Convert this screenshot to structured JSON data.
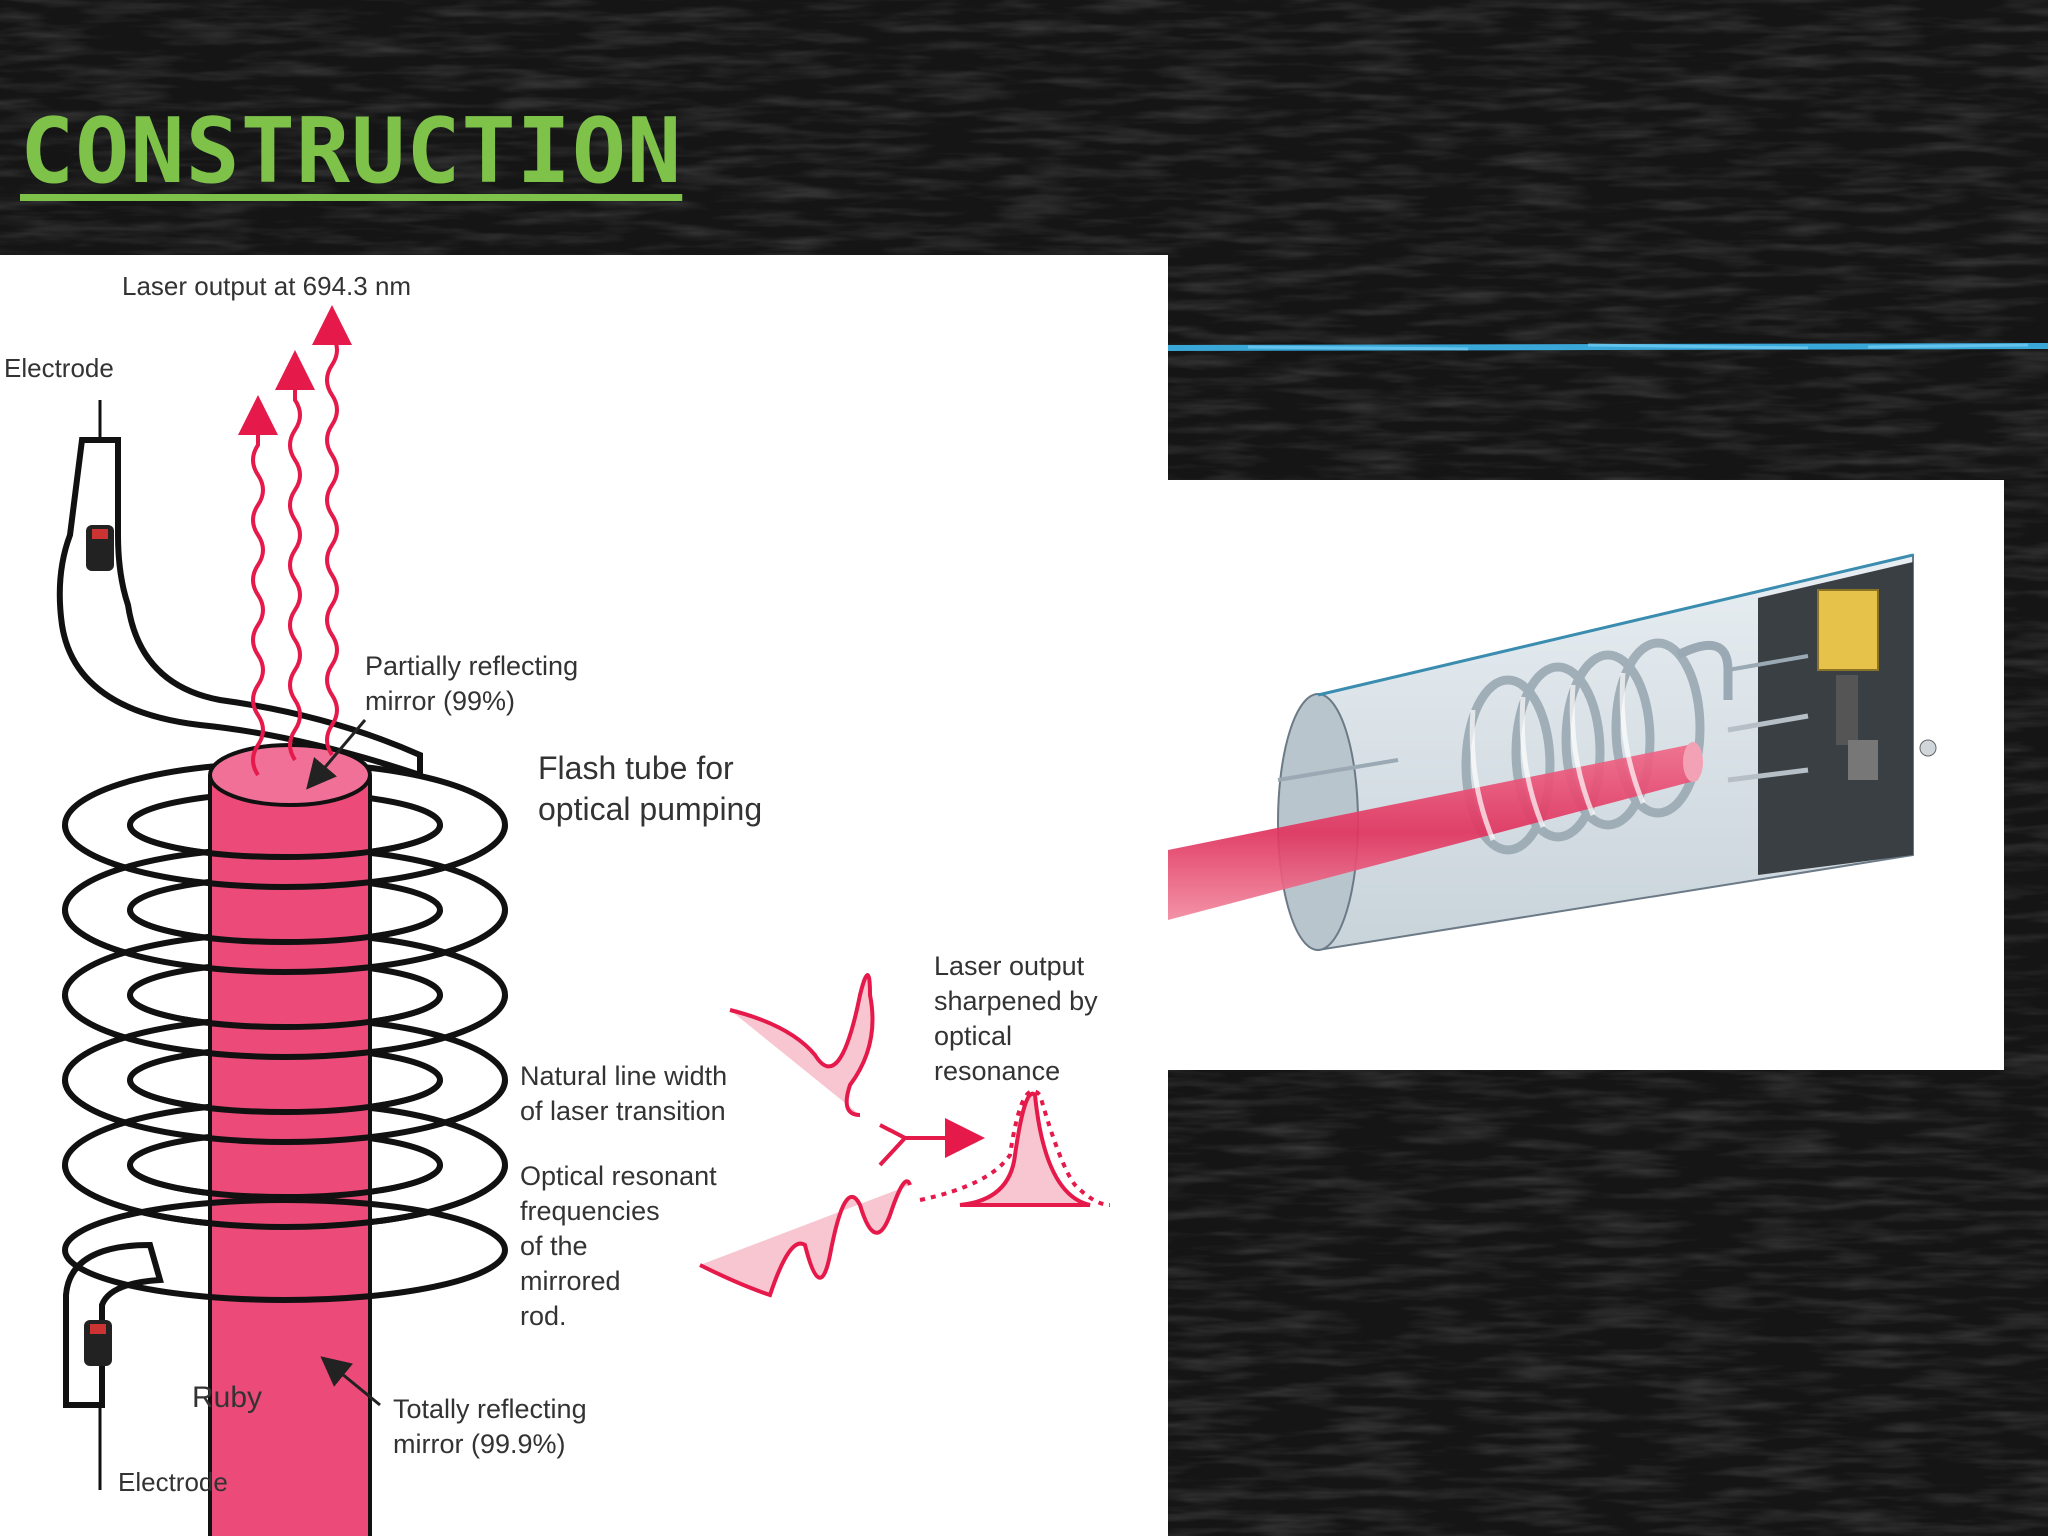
{
  "slide": {
    "title": "CONSTRUCTION",
    "colors": {
      "background": "#151515",
      "title": "#7ec24a",
      "accent_line": "#3aa7d9",
      "ruby": "#ec4a78",
      "wave": "#e5194a"
    }
  },
  "diagram": {
    "labels": {
      "laser_output": "Laser output at 694.3 nm",
      "electrode_top": "Electrode",
      "electrode_bottom": "Electrode",
      "partial_mirror_line1": "Partially reflecting",
      "partial_mirror_line2": "mirror (99%)",
      "flash_tube_line1": "Flash tube for",
      "flash_tube_line2": "optical pumping",
      "natural_width_line1": "Natural line width",
      "natural_width_line2": "of laser transition",
      "resonant_line1": "Optical resonant",
      "resonant_line2": "frequencies",
      "resonant_line3": "of the",
      "resonant_line4": "mirrored",
      "resonant_line5": "rod.",
      "sharpened_line1": "Laser output",
      "sharpened_line2": "sharpened by",
      "sharpened_line3": "optical",
      "sharpened_line4": "resonance",
      "ruby": "Ruby",
      "total_mirror_line1": "Totally reflecting",
      "total_mirror_line2": "mirror (99.9%)"
    }
  }
}
